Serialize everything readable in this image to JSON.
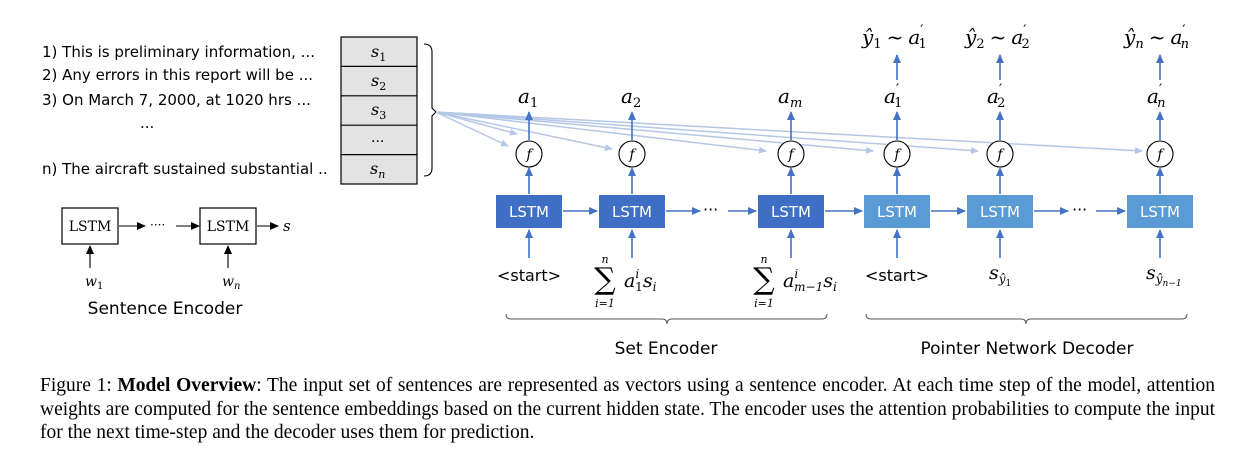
{
  "sentences": [
    "1) This is preliminary information, ...",
    "2) Any errors in this report will be ...",
    "3) On March 7, 2000, at 1020 hrs ...",
    "...",
    "n) The aircraft sustained substantial .."
  ],
  "stack": {
    "s1": "s",
    "s1_sub": "1",
    "s2": "s",
    "s2_sub": "2",
    "s3": "s",
    "s3_sub": "3",
    "dots": "...",
    "sn": "s",
    "sn_sub": "n"
  },
  "sentence_encoder": {
    "lstm": "LSTM",
    "dots": "····",
    "output": "s",
    "w1": "w",
    "w1_sub": "1",
    "wn": "w",
    "wn_sub": "n",
    "label": "Sentence Encoder"
  },
  "main": {
    "lstm": "LSTM",
    "chain_dots": "···",
    "f": "f",
    "start": "<start>",
    "a": "a",
    "a1_sub": "1",
    "a2_sub": "2",
    "am_sub": "m",
    "prime": "′",
    "y_hat": "ŷ",
    "tilde": "~",
    "sum_top": "n",
    "sum_bottom": "i=1",
    "sum_term_1": "a",
    "sum_sup": "i",
    "sum_sub_1": "1",
    "sum_sub_m": "m−1",
    "sum_s": "s",
    "sum_s_sub": "i",
    "dec_in_s": "s",
    "dec_in_sub_1": "ŷ",
    "dec_in_sub_1b": "1",
    "dec_in_sub_n": "ŷ",
    "dec_in_sub_nb": "n−1",
    "y1_sub": "1",
    "y2_sub": "2",
    "yn_sub": "n",
    "set_encoder": "Set Encoder",
    "pointer_decoder": "Pointer Network Decoder"
  },
  "caption": {
    "prefix": "Figure 1: ",
    "title": "Model Overview",
    "body": ": The input set of sentences are represented as vectors using a sentence encoder. At each time step of the model, attention weights are computed for the sentence embeddings based on the current hidden state. The encoder uses the attention probabilities to compute the input for the next time-step and the decoder uses them for prediction."
  },
  "colors": {
    "encoder_box": "#3f6fc4",
    "decoder_box": "#5b9bd5",
    "arrow": "#4472c4",
    "attention_line": "#b4c7e7",
    "stack_fill": "#e3e3e3"
  }
}
